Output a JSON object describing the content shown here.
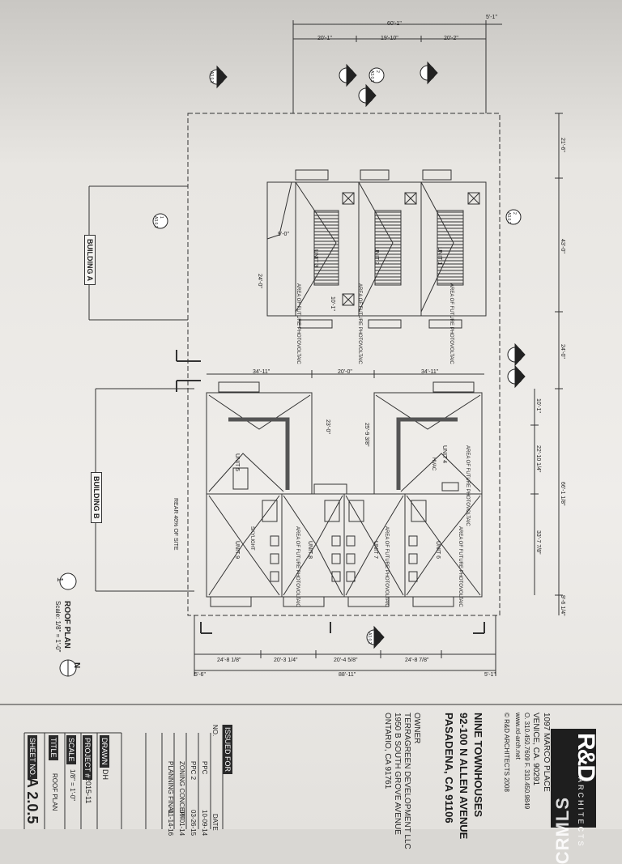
{
  "firm": {
    "logo": "R&D",
    "logo_sub": "ARCHITECTS",
    "address1": "1097 MARCO PLACE",
    "address2": "VENICE, CA. 90291",
    "phone": "O. 310.450.7609   F. 310.450.9849",
    "website": "www.rd-arch.net",
    "copyright": "© R&D ARCHITECTS 2008"
  },
  "project": {
    "name": "NINE TOWNHOUSES",
    "address1": "92-100 N ALLEN AVENUE",
    "address2": "PASADENA, CA 91106"
  },
  "owner": {
    "label": "OWNER",
    "line1": "TERRAGREEN DEVELOPMENT LLC",
    "line2": "1950 B SOUTH GROVE AVENUE",
    "line3": "ONTARIO, CA 91761"
  },
  "issued_for": {
    "label": "ISSUED FOR",
    "no_label": "NO.",
    "date_label": "DATE",
    "rows": [
      {
        "item": "PPC",
        "date": "10-09-14"
      },
      {
        "item": "PPC 2",
        "date": "03-26-15"
      },
      {
        "item": "ZONING CONCEPT",
        "date": "09-01-14"
      },
      {
        "item": "PLANNING FINAL",
        "date": "01-14-16"
      }
    ]
  },
  "title_block": {
    "drawn_label": "DRAWN",
    "drawn_value": "DH",
    "project_no_label": "PROJECT #",
    "project_no_value": "2015-11",
    "scale_label": "SCALE",
    "scale_value": "1/8\" = 1'-0\"",
    "title_label": "TITLE",
    "title_value": "ROOF PLAN",
    "sheet_label": "SHEET NO.",
    "sheet_value": "A 2.0.5"
  },
  "drawing": {
    "number": "1",
    "title": "ROOF PLAN",
    "scale": "Scale: 1/8\" = 1'-0\"",
    "north": "N",
    "building_a": "BUILDING A",
    "building_b": "BUILDING B",
    "rear_note": "REAR 40% OF SITE"
  },
  "dimensions": {
    "top_total": "60'-1\"",
    "top_right": "5'-1\"",
    "top_seg1": "20'-1\"",
    "top_seg2": "19'-10\"",
    "top_seg3": "20'-2\"",
    "right_1": "21'-6\"",
    "right_2": "43'-0\"",
    "right_3": "24'-0\"",
    "right_4": "66'-1 1/8\"",
    "right_5": "9'-6 1/4\"",
    "right_sub1": "10'-1\"",
    "right_sub2": "22'-10 1/4\"",
    "right_sub3": "33'-7 7/8\"",
    "mid_1": "34'-11\"",
    "mid_2": "20'-0\"",
    "mid_3": "34'-11\"",
    "bot_total": "88'-11\"",
    "bot_left": "5'-6\"",
    "bot_right": "5'-1\"",
    "bot_seg1": "24'-8 1/8\"",
    "bot_seg2": "20'-3 1/4\"",
    "bot_seg3": "20'-4 5/8\"",
    "bot_seg4": "24'-8 7/8\"",
    "a_side1": "9'-0\"",
    "a_side2": "24'-0\"",
    "a_side3": "10'-1\"",
    "b_inner1": "23'-0\"",
    "b_inner2": "25'-9 3/8\""
  },
  "units": {
    "unit1": "UNIT 1",
    "unit2": "UNIT 2",
    "unit3": "UNIT 3",
    "unit4": "UNIT 4",
    "unit5": "UNIT 5",
    "unit6": "UNIT 6",
    "unit7": "UNIT 7",
    "unit8": "UNIT 8",
    "unit9": "UNIT 9",
    "pv": "AREA OF FUTURE PHOTOVOLTAIC",
    "skylight": "SKYLIGHT",
    "hvac": "HVAC"
  },
  "callouts": {
    "c1_num": "1",
    "c1_sheet": "A3.0.1",
    "c2_num": "2",
    "c2_sheet": "A3.0.1",
    "c3_num": "2",
    "c3_sheet": "A3.0.2",
    "c4_num": "1",
    "c4_sheet": "A3.0.1",
    "c5_num": "2",
    "c5_sheet": "A3.0.2"
  },
  "watermark": "CRMLS"
}
